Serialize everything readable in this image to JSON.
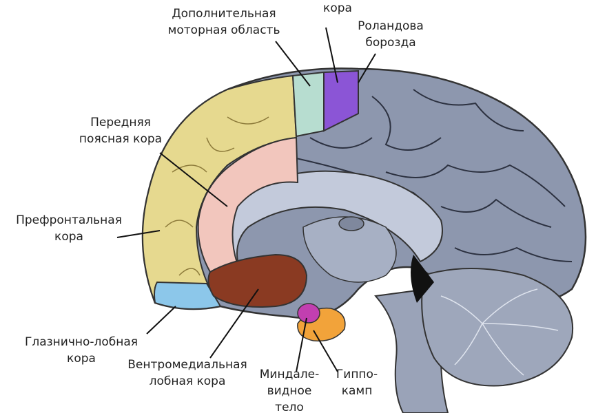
{
  "labels": {
    "motor_cortex": [
      "кора"
    ],
    "supplementary_motor": [
      "Дополнительная",
      "моторная область"
    ],
    "rolandic_fissure": [
      "Роландова",
      "борозда"
    ],
    "anterior_cingulate": [
      "Передняя",
      "поясная кора"
    ],
    "prefrontal": [
      "Префронтальная",
      "кора"
    ],
    "orbitofrontal": [
      "Глазнично-лобная",
      "кора"
    ],
    "ventromedial": [
      "Вентромедиальная",
      "лобная кора"
    ],
    "amygdala": [
      "Миндале-",
      "видное",
      "тело"
    ],
    "hippocampus": [
      "Гиппо-",
      "камп"
    ]
  },
  "colors": {
    "brain": "#8d97ae",
    "brain_light": "#b9c2d4",
    "prefrontal": "#e6d98f",
    "cingulate": "#f2c6bd",
    "ventromedial": "#8a3a22",
    "orbitofrontal": "#8cc7ea",
    "supplementary_motor": "#b7ddd0",
    "motor": "#8b55d6",
    "amygdala": "#c23fb0",
    "hippocampus": "#f2a33a"
  }
}
